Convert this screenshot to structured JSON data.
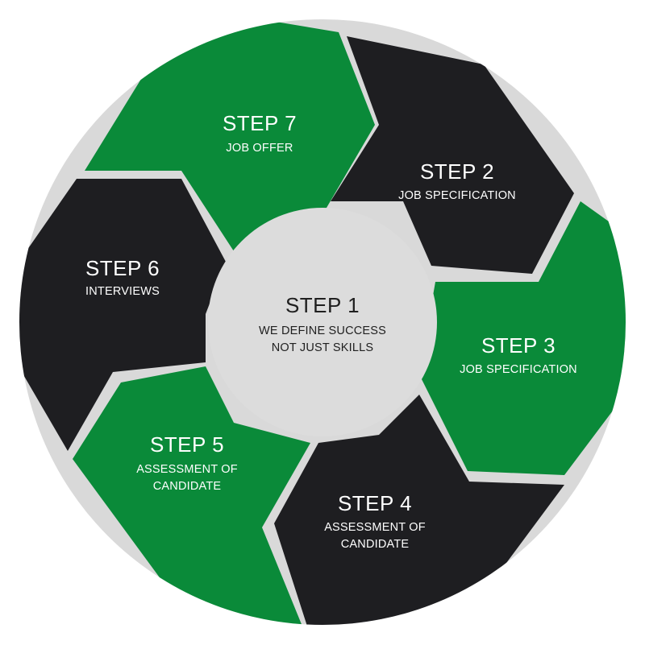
{
  "colors": {
    "green": "#0a8a39",
    "dark": "#1e1e21",
    "separator": "#d9d9d9",
    "center": "#dcdcdc",
    "text_light": "#ffffff",
    "text_dark": "#1f1f1f"
  },
  "center": {
    "title": "STEP 1",
    "line1": "WE DEFINE SUCCESS",
    "line2": "NOT JUST SKILLS"
  },
  "steps": [
    {
      "id": "step-2",
      "title": "STEP 2",
      "line1": "JOB SPECIFICATION",
      "line2": "",
      "color": "dark"
    },
    {
      "id": "step-3",
      "title": "STEP 3",
      "line1": "JOB SPECIFICATION",
      "line2": "",
      "color": "green"
    },
    {
      "id": "step-4",
      "title": "STEP 4",
      "line1": "ASSESSMENT OF",
      "line2": "CANDIDATE",
      "color": "dark"
    },
    {
      "id": "step-5",
      "title": "STEP 5",
      "line1": "ASSESSMENT OF",
      "line2": "CANDIDATE",
      "color": "green"
    },
    {
      "id": "step-6",
      "title": "STEP 6",
      "line1": "INTERVIEWS",
      "line2": "",
      "color": "dark"
    },
    {
      "id": "step-7",
      "title": "STEP 7",
      "line1": "JOB OFFER",
      "line2": "",
      "color": "green"
    }
  ]
}
